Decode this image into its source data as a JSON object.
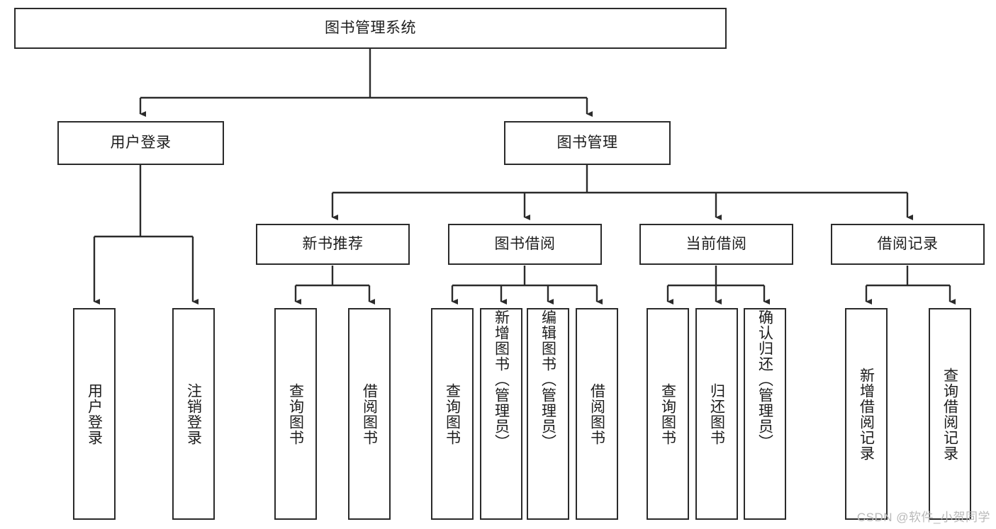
{
  "diagram": {
    "type": "tree-hierarchy",
    "title": "图书管理系统",
    "root": {
      "id": "root",
      "label": "图书管理系统"
    },
    "level1": [
      {
        "id": "user-login",
        "label": "用户登录"
      },
      {
        "id": "book-manage",
        "label": "图书管理"
      }
    ],
    "level2": [
      {
        "id": "new-book-recommend",
        "label": "新书推荐",
        "parent": "book-manage"
      },
      {
        "id": "book-borrow",
        "label": "图书借阅",
        "parent": "book-manage"
      },
      {
        "id": "current-borrow",
        "label": "当前借阅",
        "parent": "book-manage"
      },
      {
        "id": "borrow-record",
        "label": "借阅记录",
        "parent": "book-manage"
      }
    ],
    "leaves": [
      {
        "id": "leaf-user-login",
        "label": "用户登录",
        "parent": "user-login"
      },
      {
        "id": "leaf-logout-login",
        "label": "注销登录",
        "parent": "user-login"
      },
      {
        "id": "leaf-query-book-1",
        "label": "查询图书",
        "parent": "new-book-recommend"
      },
      {
        "id": "leaf-borrow-book-1",
        "label": "借阅图书",
        "parent": "new-book-recommend"
      },
      {
        "id": "leaf-query-book-2",
        "label": "查询图书",
        "parent": "book-borrow"
      },
      {
        "id": "leaf-add-book",
        "label": "新增图书（管理员）",
        "parent": "book-borrow"
      },
      {
        "id": "leaf-edit-book",
        "label": "编辑图书（管理员）",
        "parent": "book-borrow"
      },
      {
        "id": "leaf-borrow-book-2",
        "label": "借阅图书",
        "parent": "book-borrow"
      },
      {
        "id": "leaf-query-book-3",
        "label": "查询图书",
        "parent": "current-borrow"
      },
      {
        "id": "leaf-return-book",
        "label": "归还图书",
        "parent": "current-borrow"
      },
      {
        "id": "leaf-confirm-return",
        "label": "确认归还（管理员）",
        "parent": "current-borrow"
      },
      {
        "id": "leaf-add-record",
        "label": "新增借阅记录",
        "parent": "borrow-record"
      },
      {
        "id": "leaf-query-record",
        "label": "查询借阅记录",
        "parent": "borrow-record"
      }
    ],
    "colors": {
      "stroke": "#2b2b2b",
      "text": "#1d1d1d",
      "background": "#ffffff",
      "watermark": "#b9b9b9"
    }
  },
  "watermark": {
    "text": "CSDN @软件_小贺同学"
  }
}
